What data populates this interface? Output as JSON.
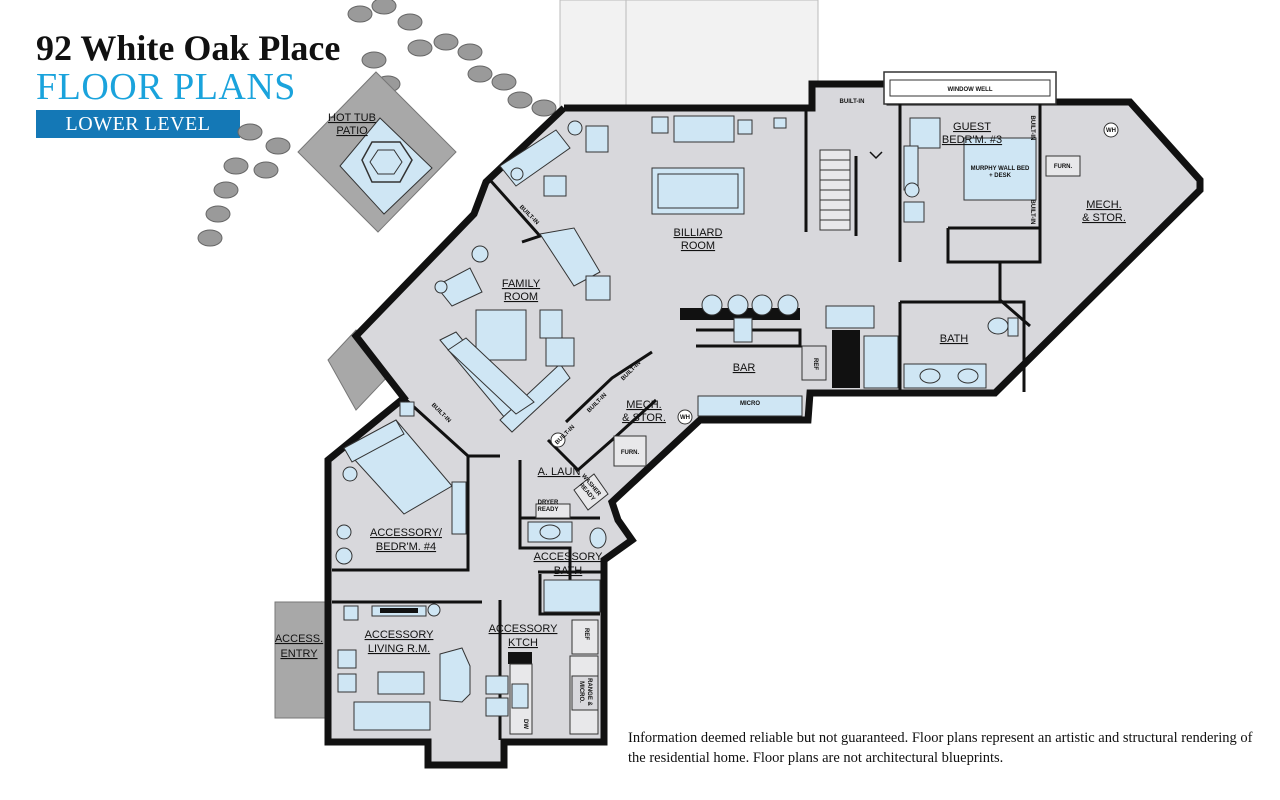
{
  "header": {
    "title": "92 White Oak Place",
    "subtitle": "FLOOR PLANS",
    "level": "LOWER LEVEL"
  },
  "disclaimer": "Information deemed reliable but not guaranteed. Floor plans represent an artistic and structural rendering of the residential home. Floor plans are not architectural blueprints.",
  "rooms": {
    "hot_tub_1": "HOT TUB",
    "hot_tub_2": "PATIO",
    "billiard_1": "BILLIARD",
    "billiard_2": "ROOM",
    "family_1": "FAMILY",
    "family_2": "ROOM",
    "guest_1": "GUEST",
    "guest_2": "BEDR'M. #3",
    "mech_1": "MECH.",
    "mech_2": "& STOR.",
    "bath": "BATH",
    "bar": "BAR",
    "mech2_1": "MECH.",
    "mech2_2": "& STOR.",
    "laun": "A. LAUN",
    "acc_bed_1": "ACCESSORY/",
    "acc_bed_2": "BEDR'M. #4",
    "acc_bath_1": "ACCESSORY",
    "acc_bath_2": "BATH",
    "acc_kitch_1": "ACCESSORY",
    "acc_kitch_2": "KTCH",
    "acc_living_1": "ACCESSORY",
    "acc_living_2": "LIVING R.M.",
    "acc_entry_1": "ACCESS.",
    "acc_entry_2": "ENTRY"
  },
  "fixtures": {
    "window_well": "WINDOW WELL",
    "built_in_stair": "BUILT-IN",
    "built_in_family": "BUILT-IN",
    "built_in_bed4": "BUILT-IN",
    "built_in_mech_a": "BUILT-IN",
    "built_in_mech_b": "BUILT-IN",
    "built_in_mech_c": "BUILT-IN",
    "built_in_guest_a": "BUILT-IN",
    "built_in_guest_b": "BUILT-IN",
    "murphy_1": "MURPHY WALL BED",
    "murphy_2": "+ DESK",
    "furn": "FURN.",
    "furn2": "FURN.",
    "wh": "WH",
    "wh2": "WH",
    "micro": "MICRO",
    "ref": "REF",
    "ref2": "REF",
    "dryer_1": "DRYER",
    "dryer_2": "READY",
    "washer_1": "WASHER",
    "washer_2": "READY",
    "range_1": "RANGE &",
    "range_2": "MICRO.",
    "dw": "DW"
  }
}
